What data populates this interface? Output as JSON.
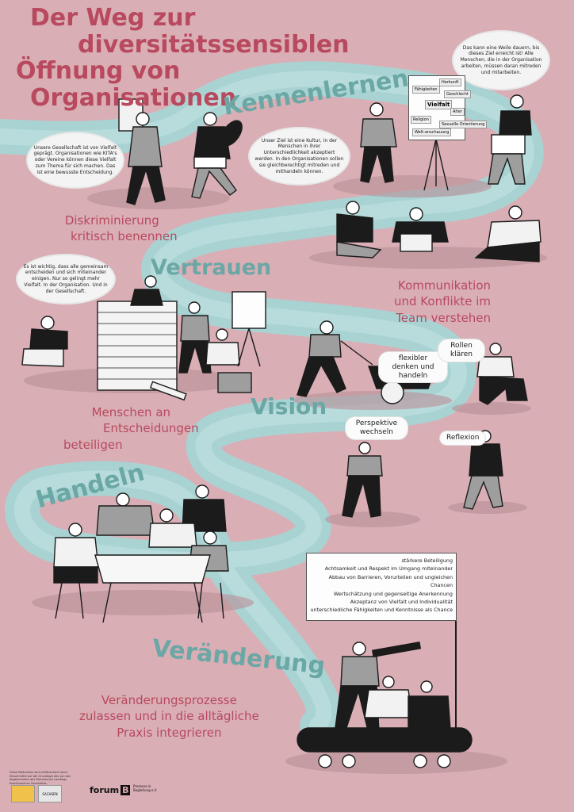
{
  "title": {
    "line1": "Der Weg zur",
    "line2": "diversitätssensiblen",
    "line3": "Öffnung von",
    "line4": "Organisationen"
  },
  "stages": {
    "kennenlernen": "Kennenlernen",
    "vertrauen": "Vertrauen",
    "vision": "Vision",
    "handeln": "Handeln",
    "veraenderung": "Veränderung"
  },
  "captions": {
    "diskriminierung_1": "Diskriminierung",
    "diskriminierung_2": "kritisch benennen",
    "kommunikation_1": "Kommunikation",
    "kommunikation_2": "und Konflikte im",
    "kommunikation_3": "Team verstehen",
    "menschen_1": "Menschen an",
    "menschen_2": "Entscheidungen",
    "menschen_3": "beteiligen",
    "veraenderung_1": "Veränderungsprozesse",
    "veraenderung_2": "zulassen und in die alltägliche",
    "veraenderung_3": "Praxis integrieren"
  },
  "bubbles": {
    "gesellschaft": "Unsere Gesellschaft ist von Vielfalt geprägt. Organisationen wie KITA's oder Vereine können diese Vielfalt zum Thema für sich machen. Das ist eine bewusste Entscheidung.",
    "kultur": "Unser Ziel ist eine Kultur, in der Menschen in ihrer Unterschiedlichkeit akzeptiert werden. In den Organisationen sollen sie gleichberechtigt mitreden und mithandeln können.",
    "ziel": "Das kann eine Weile dauern, bis dieses Ziel erreicht ist! Alle Menschen, die in der Organisation arbeiten, müssen daran mitreden und mitarbeiten.",
    "gemeinsam": "Es ist wichtig, dass alle gemeinsam entscheiden und sich miteinander einigen. Nur so gelingt mehr Vielfalt. In der Organisation. Und in der Gesellschaft."
  },
  "labels": {
    "flexibel": "flexibler denken und handeln",
    "rollen": "Rollen klären",
    "perspektive": "Perspektive wechseln",
    "reflexion": "Reflexion"
  },
  "flipchart": [
    "Fähigkeiten",
    "Herkunft",
    "Geschlecht",
    "Vielfalt",
    "Alter",
    "Religion",
    "Sexuelle Orientierung",
    "Welt-anschauung"
  ],
  "sign": [
    "stärkere Beteiligung",
    "Achtsamkeit und Respekt im Umgang miteinander",
    "Abbau von Barrieren, Vorurteilen und ungleichen Chancen",
    "Wertschätzung und gegenseitige Anerkennung",
    "Akzeptanz von Vielfalt und Individualität",
    "unterschiedliche Fähigkeiten und Kenntnisse als Chance"
  ],
  "footer": {
    "note": "Diese Maßnahme wird mitfinanziert durch Steuermittel auf der Grundlage des von den Abgeordneten des Sächsischen Landtags beschlossenen Haushaltes.",
    "logo_text": "SACHSEN",
    "forum": "forum",
    "forum_letter": "B",
    "prozesse": "Prozesse in Begleitung e.V."
  },
  "colors": {
    "background": "#d9aeb5",
    "title": "#b8495f",
    "path": "#a9d3d3",
    "stage_text": "#6aa7a5",
    "ink": "#1b1b1b"
  }
}
